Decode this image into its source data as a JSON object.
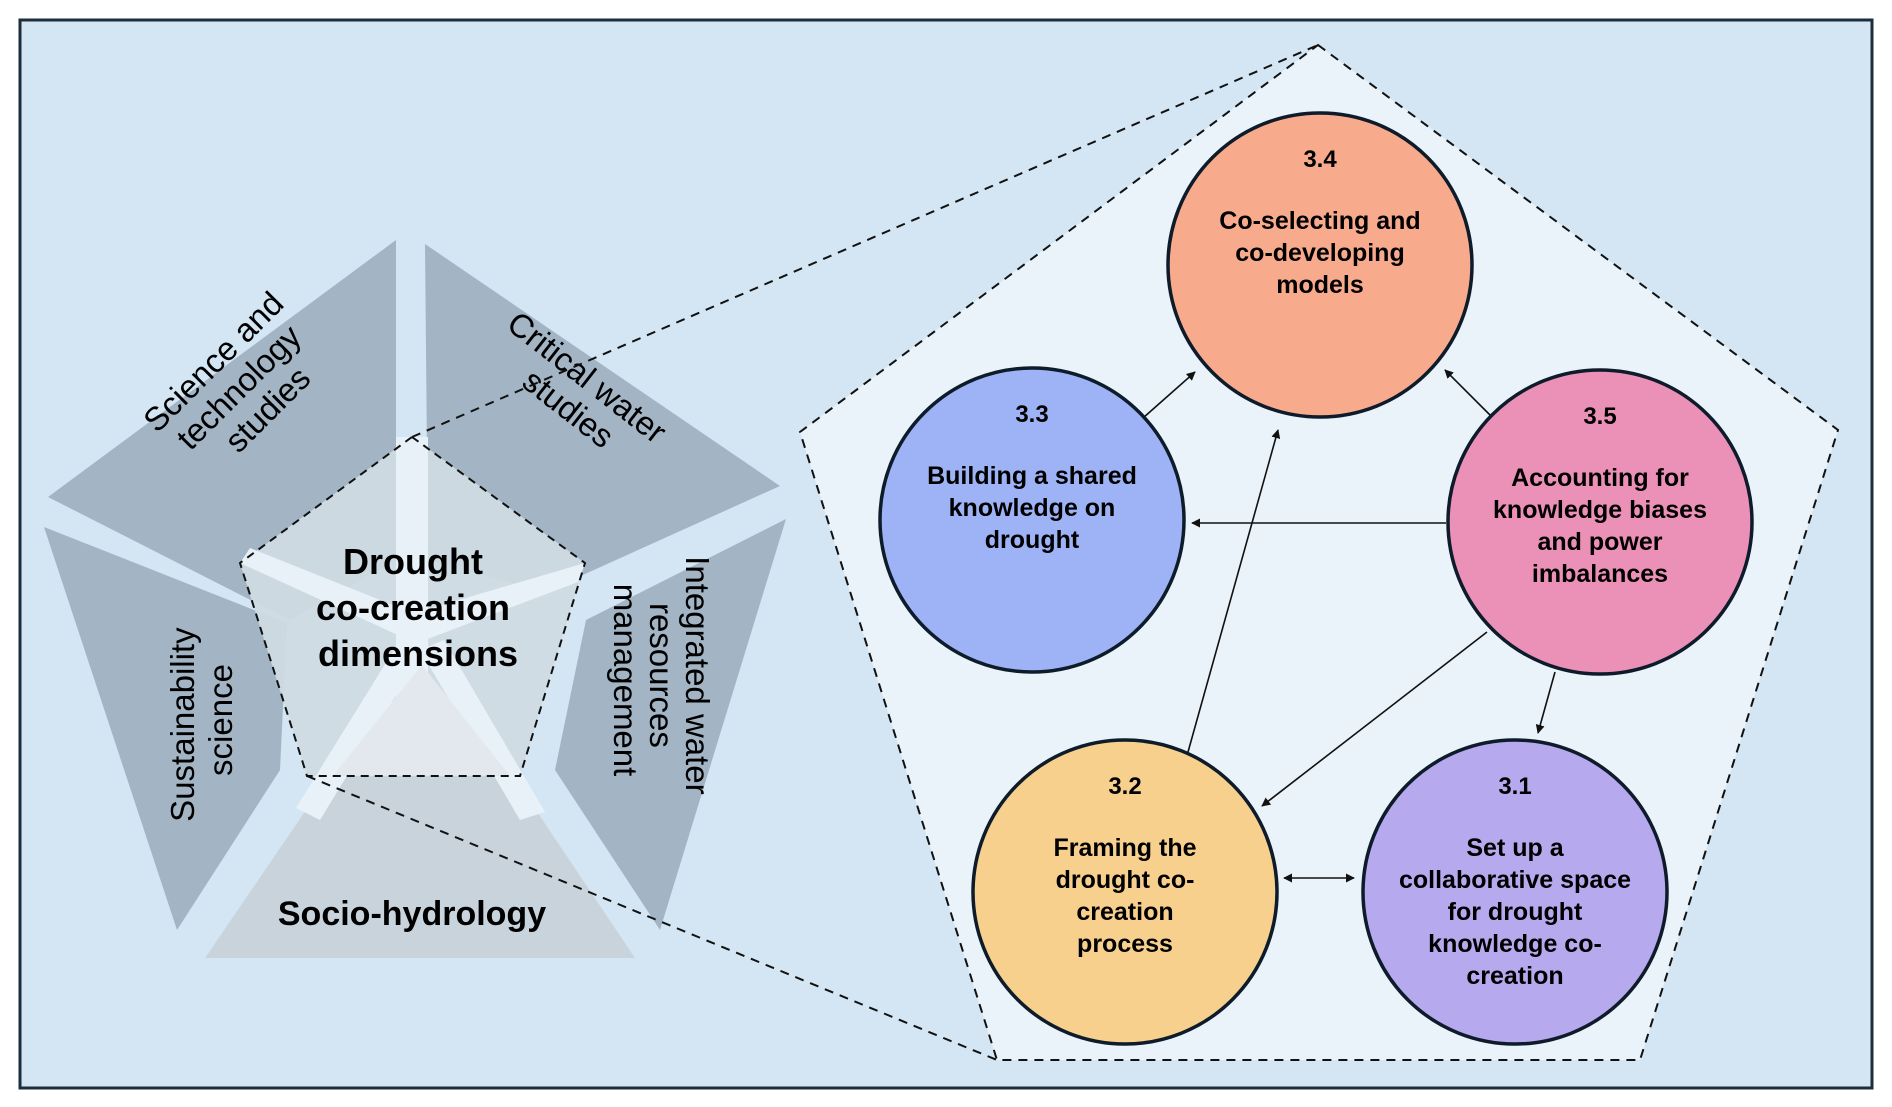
{
  "colors": {
    "background": "#d4e6f3",
    "frame_border": "#1e2d3b",
    "zoom_panel_fill": "#eaf3fa",
    "petal_fill": "#a3b5c4",
    "socio_fill": "#c9d3dc",
    "center_fill": "#d0dbe3",
    "gap_highlight": "#e8f1f8",
    "circle_stroke": "#0d1b2a",
    "arrow": "#111111"
  },
  "left_figure": {
    "center_title": [
      "Drought",
      "co-creation",
      "dimensions"
    ],
    "petals": [
      {
        "id": "sts",
        "lines": [
          "Science and",
          "technology",
          "studies"
        ]
      },
      {
        "id": "cws",
        "lines": [
          "Critical water",
          "studies"
        ]
      },
      {
        "id": "iwrm",
        "lines": [
          "Integrated water",
          "resources",
          "management"
        ]
      },
      {
        "id": "socio",
        "lines": [
          "Socio-hydrology"
        ]
      },
      {
        "id": "sust",
        "lines": [
          "Sustainability",
          "science"
        ]
      }
    ]
  },
  "right_figure": {
    "nodes": [
      {
        "id": "3.4",
        "number": "3.4",
        "lines": [
          "Co-selecting and",
          "co-developing",
          "models"
        ],
        "color": "#f8ab8c"
      },
      {
        "id": "3.3",
        "number": "3.3",
        "lines": [
          "Building a shared",
          "knowledge on",
          "drought"
        ],
        "color": "#9db3f5"
      },
      {
        "id": "3.5",
        "number": "3.5",
        "lines": [
          "Accounting for",
          "knowledge biases",
          "and power",
          "imbalances"
        ],
        "color": "#eb91b8"
      },
      {
        "id": "3.2",
        "number": "3.2",
        "lines": [
          "Framing the",
          "drought co-",
          "creation",
          "process"
        ],
        "color": "#f7d08d"
      },
      {
        "id": "3.1",
        "number": "3.1",
        "lines": [
          "Set up a",
          "collaborative space",
          "for drought",
          "knowledge co-",
          "creation"
        ],
        "color": "#b6a9ed"
      }
    ],
    "edges": [
      {
        "from": "3.3",
        "to": "3.4",
        "type": "directed"
      },
      {
        "from": "3.5",
        "to": "3.4",
        "type": "directed"
      },
      {
        "from": "3.5",
        "to": "3.3",
        "type": "directed"
      },
      {
        "from": "3.2",
        "to": "3.4",
        "type": "directed"
      },
      {
        "from": "3.5",
        "to": "3.2",
        "type": "directed"
      },
      {
        "from": "3.5",
        "to": "3.1",
        "type": "directed"
      },
      {
        "from": "3.2",
        "to": "3.1",
        "type": "bidirectional"
      }
    ]
  }
}
